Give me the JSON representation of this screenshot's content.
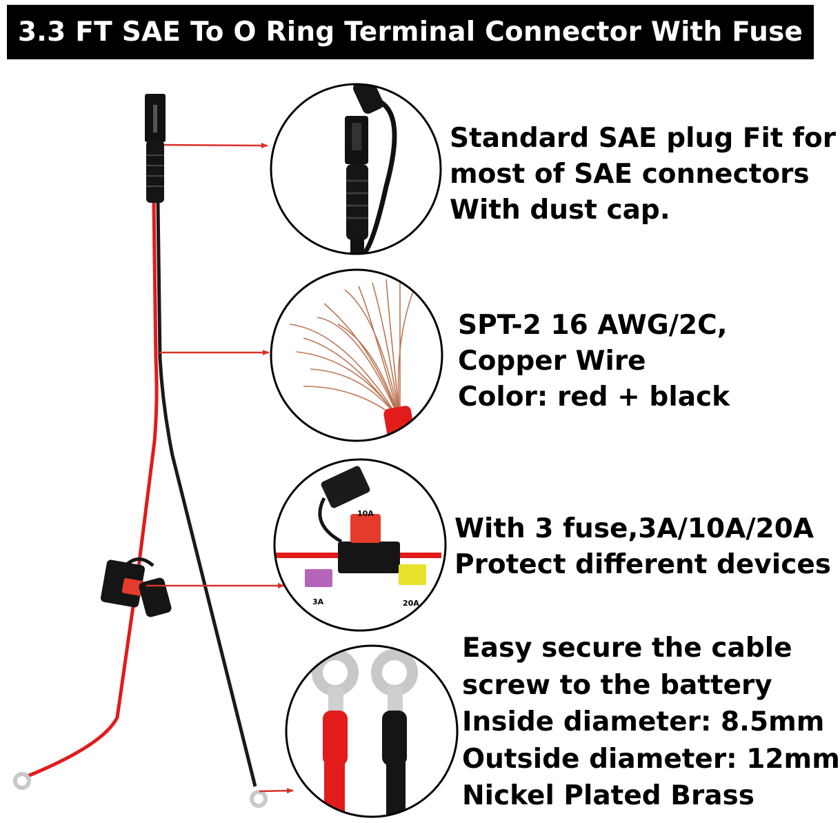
{
  "title": "3.3 FT SAE To O Ring Terminal Connector With Fuse",
  "colors": {
    "title_bg": "#000000",
    "title_text": "#ffffff",
    "wire_red": "#e21b1b",
    "wire_black": "#1a1a1a",
    "arrow": "#d9302a"
  },
  "features": {
    "sae": [
      "Standard SAE plug Fit for",
      "most of SAE connectors",
      "With dust cap."
    ],
    "wire": [
      "SPT-2 16 AWG/2C,",
      "Copper Wire",
      "Color: red + black"
    ],
    "fuse": [
      "With 3 fuse,3A/10A/20A",
      "Protect different devices"
    ],
    "ring": [
      "Easy secure the cable",
      "screw to the battery",
      "Inside diameter: 8.5mm",
      "Outside diameter: 12mm",
      "Nickel Plated Brass"
    ]
  },
  "fuse_labels": {
    "center": "10A",
    "left": "3A",
    "right": "20A"
  }
}
